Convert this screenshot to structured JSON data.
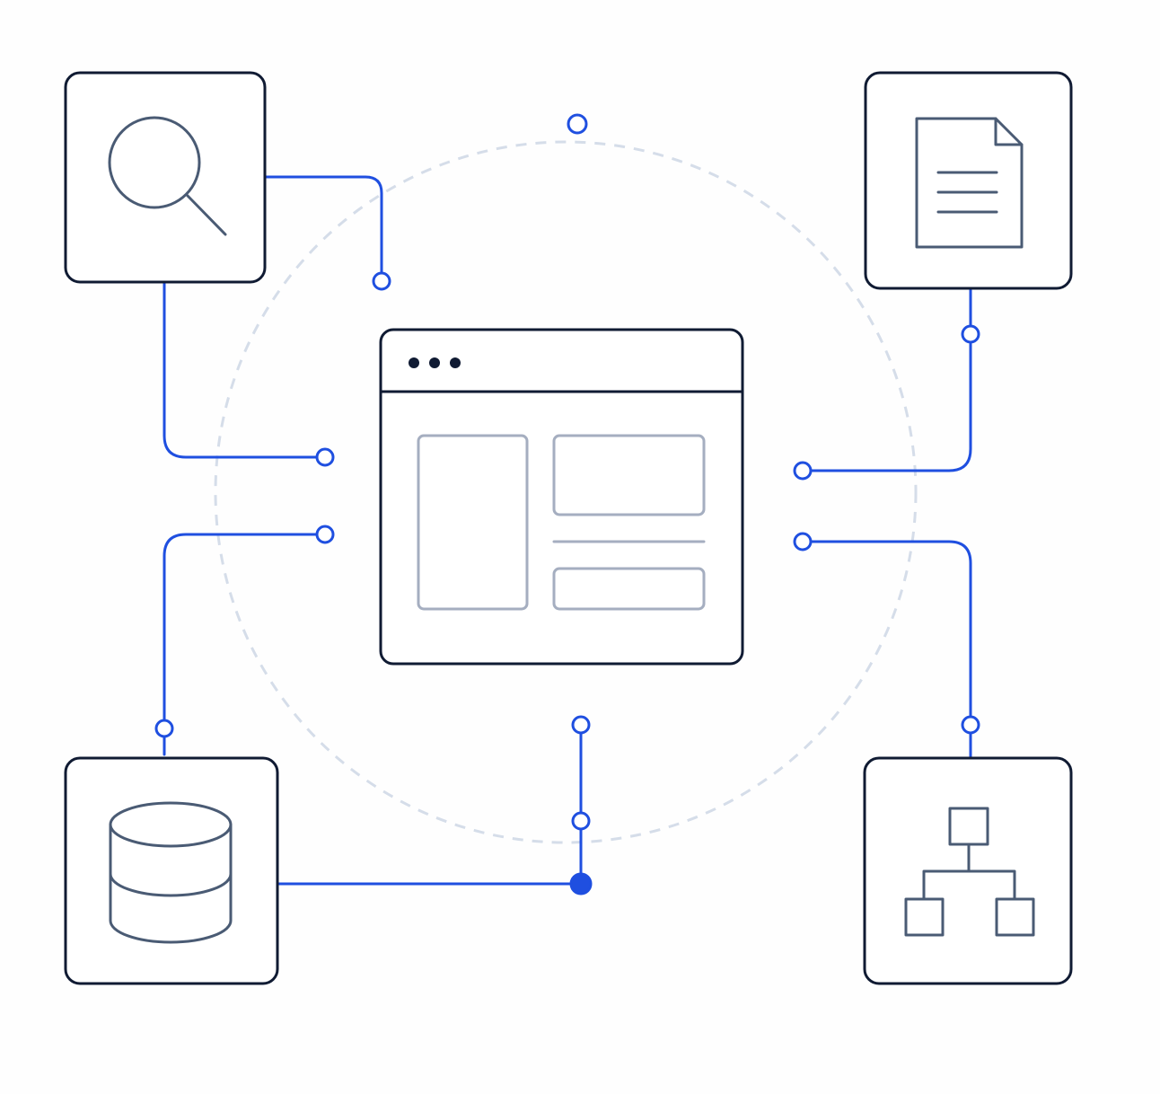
{
  "diagram": {
    "colors": {
      "connector": "#1f4fe0",
      "tile_border": "#101b33",
      "icon": "#4a5b74",
      "panel": "#a5aec0",
      "orbit": "#d5dde9"
    },
    "center": {
      "kind": "browser-window",
      "icon": "browser-window-icon"
    },
    "tiles": [
      {
        "id": "search",
        "icon": "magnifying-glass-icon"
      },
      {
        "id": "document",
        "icon": "document-icon"
      },
      {
        "id": "database",
        "icon": "database-icon"
      },
      {
        "id": "hierarchy",
        "icon": "org-chart-icon"
      }
    ]
  }
}
